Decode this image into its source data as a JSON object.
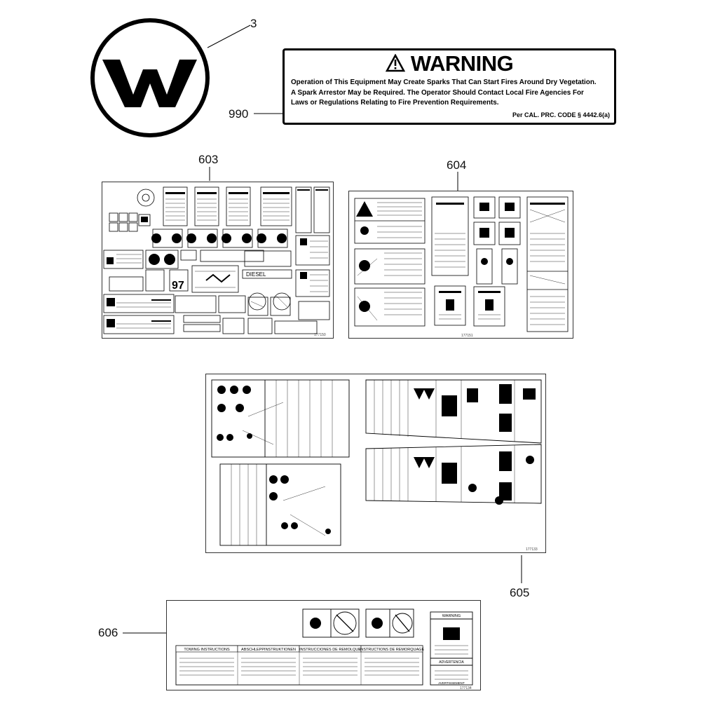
{
  "callouts": {
    "logo": "3",
    "warning_decal": "990",
    "decal_sheet_a": "603",
    "decal_sheet_b": "604",
    "decal_sheet_c": "605",
    "decal_sheet_d": "606"
  },
  "logo": {
    "letter": "W"
  },
  "warning_decal": {
    "header": "WARNING",
    "body": "Operation of This Equipment May Create Sparks That Can Start Fires Around Dry Vegetation. A Spark Arrestor May be Required. The Operator Should Contact Local Fire Agencies For Laws or Regulations Relating to Fire Prevention Requirements.",
    "code": "Per CAL. PRC. CODE § 4442.6(a)"
  },
  "sheets": {
    "s603": {
      "part_no": "177150",
      "diesel_label": "DIESEL",
      "number_97": "97"
    },
    "s604": {
      "part_no": "177151"
    },
    "s605": {
      "part_no": "177133"
    },
    "s606": {
      "part_no": "177134",
      "tow_headers": [
        "TOWING INSTRUCTIONS",
        "ABSCHLEPPINSTRUKTIONEN",
        "INSTRUCCIONES DE REMOLQUE",
        "INSTRUCTIONS DE REMORQUAGE"
      ],
      "warning_label": "WARNING",
      "advertencia_label": "ADVERTENCIA",
      "avertissement_label": "AVERTISSEMENT"
    }
  },
  "colors": {
    "ink": "#000000",
    "paper": "#ffffff"
  }
}
